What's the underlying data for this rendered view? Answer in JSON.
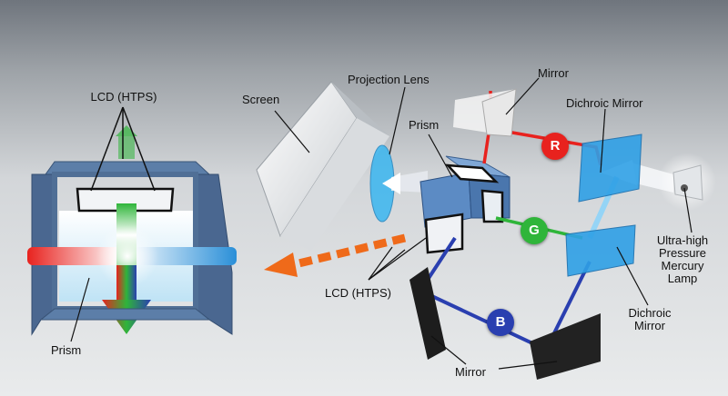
{
  "labels": {
    "lcd_left": "LCD (HTPS)",
    "prism_left": "Prism",
    "screen": "Screen",
    "projection_lens": "Projection Lens",
    "prism_right": "Prism",
    "mirror_top": "Mirror",
    "dichroic_top": "Dichroic Mirror",
    "lcd_right": "LCD (HTPS)",
    "mirror_bottom": "Mirror",
    "dichroic_bottom": "Dichroic\nMirror",
    "lamp": "Ultra-high\nPressure\nMercury\nLamp"
  },
  "channels": {
    "r": "R",
    "g": "G",
    "b": "B"
  },
  "colors": {
    "red": "#e8221e",
    "green": "#2fb53a",
    "blue": "#2a3fb0",
    "orange": "#ef6a1a",
    "dichroic": "#2fa0e6",
    "frame": "#4d6f9a"
  }
}
